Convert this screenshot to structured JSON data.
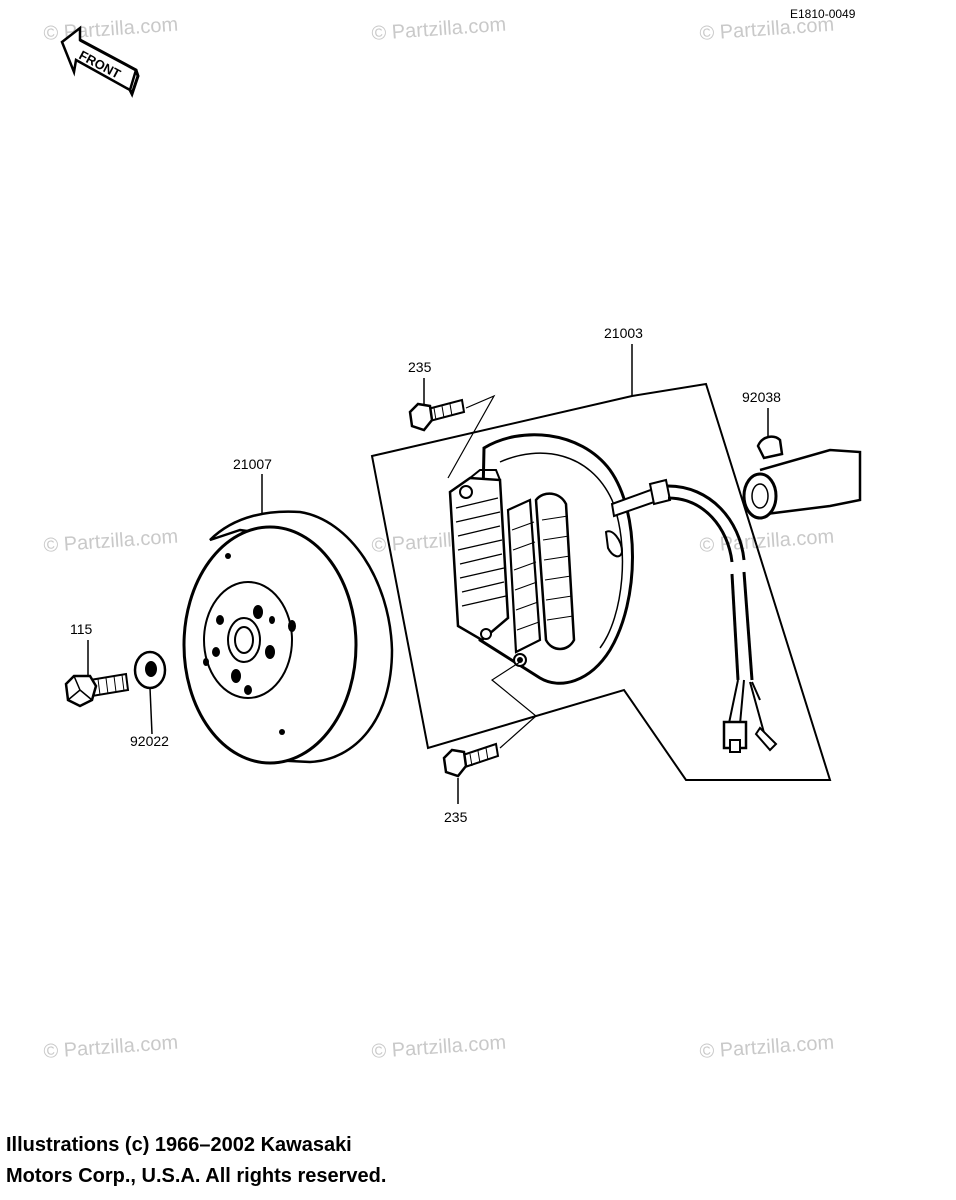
{
  "drawing_number": "E1810-0049",
  "front_label": "FRONT",
  "watermark": "© Partzilla.com",
  "callouts": {
    "flywheel": "21007",
    "stator": "21003",
    "bolt_top": "235",
    "bolt_bottom": "235",
    "key": "92038",
    "flywheel_bolt": "115",
    "washer": "92022"
  },
  "copyright": {
    "line1": "Illustrations (c) 1966–2002 Kawasaki",
    "line2": "Motors Corp., U.S.A.  All rights reserved."
  }
}
